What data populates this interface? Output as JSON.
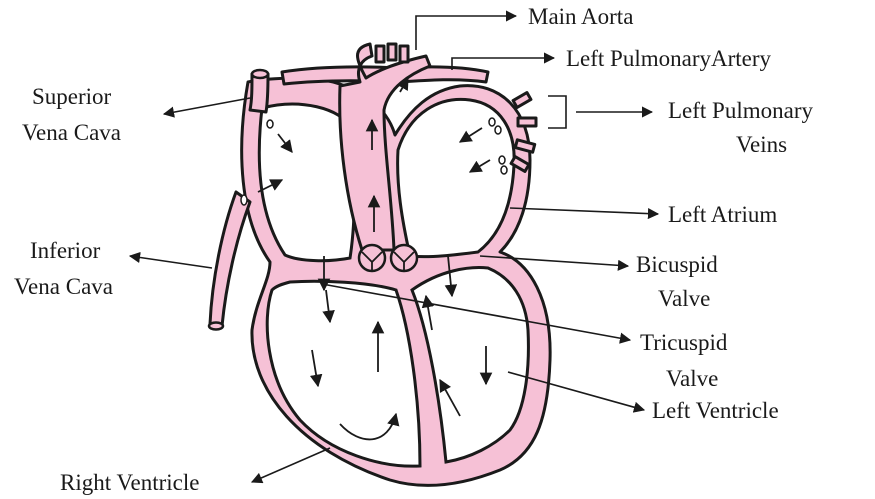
{
  "colors": {
    "tissue": "#f6c1d6",
    "outline": "#1a1a1a",
    "background": "#ffffff"
  },
  "labels": {
    "main_aorta": "Main Aorta",
    "left_pulmonary_artery": "Left PulmonaryArtery",
    "superior_vena_cava_1": "Superior",
    "superior_vena_cava_2": "Vena Cava",
    "left_pulmonary_veins_1": "Left Pulmonary",
    "left_pulmonary_veins_2": "Veins",
    "left_atrium": "Left Atrium",
    "inferior_vena_cava_1": "Inferior",
    "inferior_vena_cava_2": "Vena Cava",
    "bicuspid_valve_1": "Bicuspid",
    "bicuspid_valve_2": "Valve",
    "tricuspid_valve_1": "Tricuspid",
    "tricuspid_valve_2": "Valve",
    "left_ventricle": "Left Ventricle",
    "right_ventricle": "Right Ventricle"
  }
}
